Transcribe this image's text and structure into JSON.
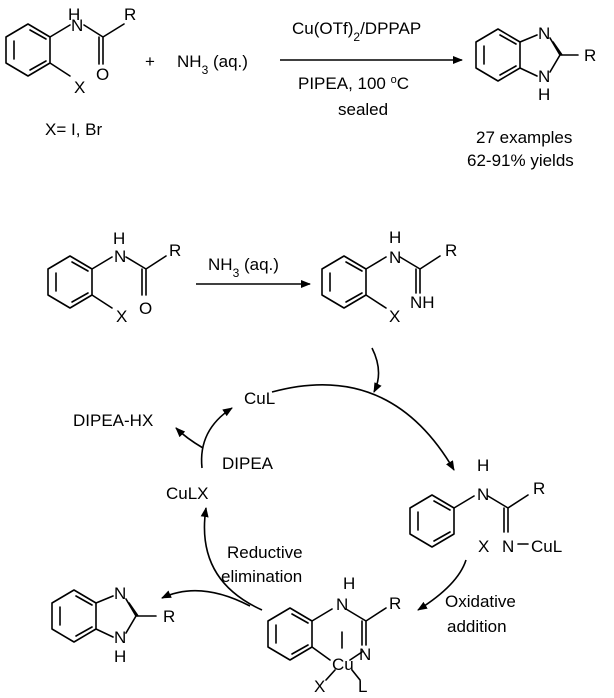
{
  "reaction": {
    "reagent": "NH",
    "reagent_sub": "3",
    "reagent_suffix": " (aq.)",
    "catalyst_a": "Cu(OTf)",
    "catalyst_sub": "2",
    "catalyst_b": "/DPPAP",
    "conditions_a": "PIPEA, 100 ",
    "conditions_sup": "o",
    "conditions_b": "C",
    "conditions_line2": "sealed",
    "halogen_note": "X= I, Br",
    "examples": "27 examples",
    "yields": "62-91% yields"
  },
  "mechanism": {
    "step1_reagent": "NH",
    "step1_sub": "3",
    "step1_suffix": " (aq.)",
    "cul": "CuL",
    "culx": "CuLX",
    "dipea": "DIPEA",
    "byproduct": "DIPEA-HX",
    "reductive_1": "Reductive",
    "reductive_2": "elimination",
    "oxidative_1": "Oxidative",
    "oxidative_2": "addition"
  },
  "atoms": {
    "H": "H",
    "N": "N",
    "O": "O",
    "R": "R",
    "X": "X",
    "NH": "NH",
    "CuL": "CuL",
    "Cu": "Cu",
    "L": "L"
  }
}
